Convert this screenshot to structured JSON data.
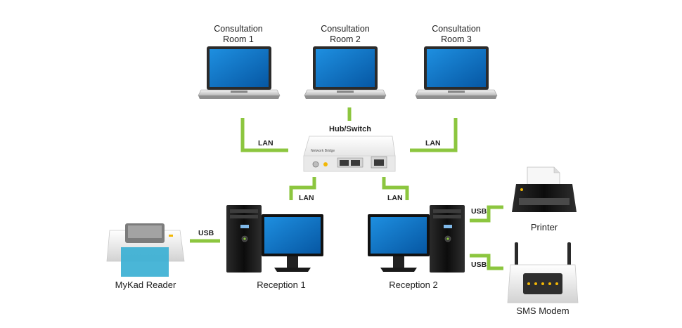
{
  "nodes": {
    "room1": "Consultation\nRoom 1",
    "room2": "Consultation\nRoom 2",
    "room3": "Consultation\nRoom 3",
    "hub": "Hub/Switch",
    "hub_plate": "Network Bridge",
    "reception1": "Reception 1",
    "reception2": "Reception 2",
    "mykad": "MyKad Reader",
    "printer": "Printer",
    "sms": "SMS Modem"
  },
  "links": {
    "lan": "LAN",
    "usb": "USB"
  },
  "colors": {
    "link": "#8cc63f",
    "screen": "#0a6fc2",
    "tower": "#1b1b1b"
  }
}
